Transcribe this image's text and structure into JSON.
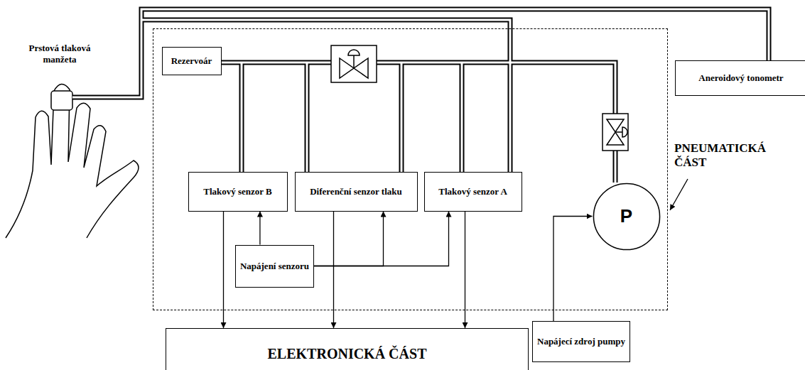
{
  "diagram": {
    "nodes": [
      {
        "text": [
          "PNEUMATICKÁ ČÁST"
        ]
      },
      {
        "text": [
          "Rezervoár"
        ],
        "in": 0
      },
      {
        "text": [
          "Tlakový senzor B"
        ],
        "in": 0
      },
      {
        "text": [
          "Diferenční senzor tlaku"
        ],
        "in": 0
      },
      {
        "text": [
          "Tlakový senzor A"
        ],
        "in": 0
      },
      {
        "text": [
          "Napájení senzoru"
        ],
        "in": 0
      },
      {
        "text": [
          "P"
        ],
        "in": 0
      },
      {
        "text": [
          "Aneroidový tonometr"
        ]
      },
      {
        "text": [
          "ELEKTRONICKÁ ČÁST"
        ]
      },
      {
        "text": [
          "Napájecí zdroj pumpy"
        ]
      }
    ],
    "edges": [
      {
        "from": 2,
        "to": 8,
        "arrow": "to"
      },
      {
        "from": 3,
        "to": 8,
        "arrow": "to"
      },
      {
        "from": 4,
        "to": 8,
        "arrow": "to"
      },
      {
        "from": 5,
        "to": 2,
        "arrow": "to"
      },
      {
        "from": 5,
        "to": 3,
        "arrow": "to"
      },
      {
        "from": 5,
        "to": 4,
        "arrow": "to"
      },
      {
        "from": 9,
        "to": 6,
        "arrow": "to"
      }
    ],
    "labels": [
      "Prstová tlaková manžeta"
    ]
  }
}
